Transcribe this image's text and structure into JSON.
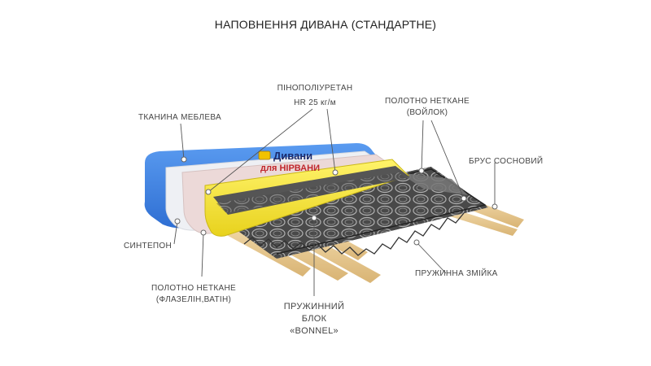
{
  "title": "НАПОВНЕННЯ ДИВАНА (СТАНДАРТНЕ)",
  "brand": {
    "line1": "Дивани",
    "line2": "для НІРВАНИ"
  },
  "labels": {
    "fabric": "ТКАНИНА МЕБЛЕВА",
    "foam_1": "ПІНОПОЛІУРЕТАН",
    "foam_2": "HR 25 кг/м",
    "felt_1": "ПОЛОТНО НЕТКАНЕ",
    "felt_2": "(ВОЙЛОК)",
    "beam": "БРУС СОСНОВИЙ",
    "sintepon": "СИНТЕПОН",
    "fliz_1": "ПОЛОТНО НЕТКАНЕ",
    "fliz_2": "(ФЛАЗЕЛІН,ВАТІН)",
    "snake": "ПРУЖИННА ЗМІЙКА",
    "bonnel_1": "ПРУЖИННИЙ",
    "bonnel_2": "БЛОК",
    "bonnel_3": "«BONNEL»"
  },
  "colors": {
    "fabric": "#3a7fe0",
    "foam": "#f2e23a",
    "wood": "#e8c98e",
    "felt": "#6a6a6a"
  }
}
